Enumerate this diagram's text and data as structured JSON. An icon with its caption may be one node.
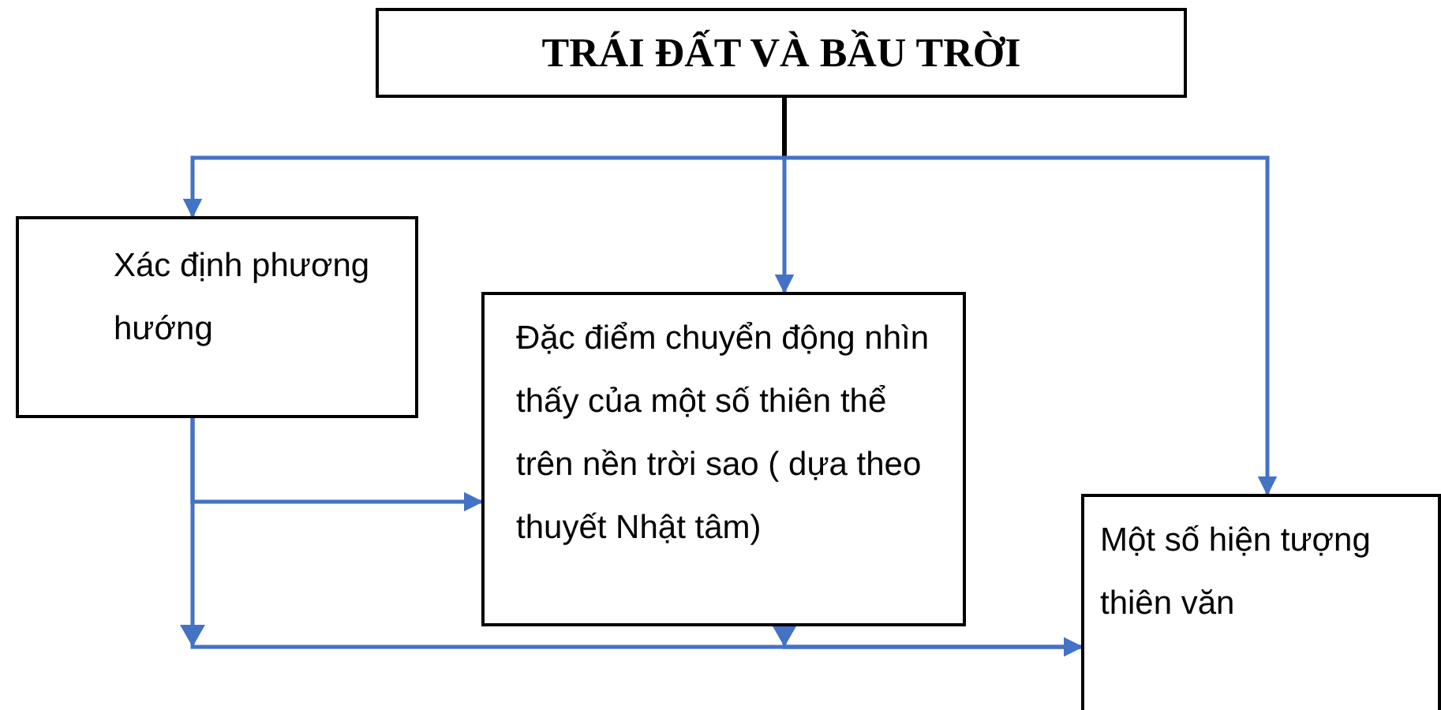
{
  "diagram": {
    "nodes": [
      {
        "text": [
          "TRÁI ĐẤT VÀ BẦU TRỜI"
        ]
      },
      {
        "text": [
          "Xác định phương hướng"
        ]
      },
      {
        "text": [
          "Đặc điểm chuyển động nhìn thấy của một số thiên thể trên nền trời sao ( dựa theo thuyết Nhật tâm)"
        ]
      },
      {
        "text": [
          "Một số hiện tượng thiên văn"
        ]
      }
    ],
    "edges": [
      {
        "from": 0,
        "to": 1,
        "arrow": "to"
      },
      {
        "from": 0,
        "to": 2,
        "arrow": "to"
      },
      {
        "from": 0,
        "to": 3,
        "arrow": "to"
      },
      {
        "from": 1,
        "to": 2,
        "arrow": "to"
      },
      {
        "from": 1,
        "to": 3,
        "arrow": "to"
      },
      {
        "from": 2,
        "to": 3,
        "arrow": "to"
      }
    ]
  }
}
